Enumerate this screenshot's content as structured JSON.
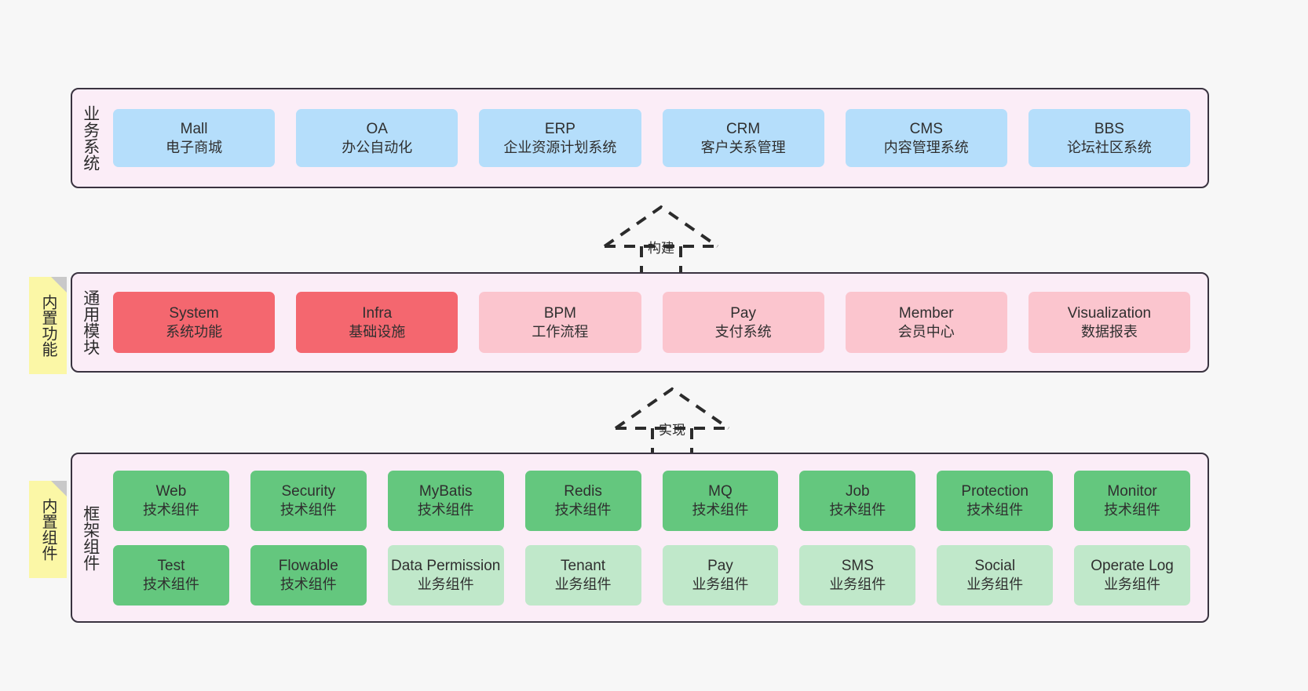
{
  "diagram": {
    "title_business": "业务系统",
    "title_common": "通用模块",
    "title_framework": "框架组件",
    "sticky_common": "内置功能",
    "sticky_framework": "内置组件",
    "arrow_build": "构建",
    "arrow_impl": "实现",
    "colors": {
      "panel_bg": "#fbedf7",
      "panel_border": "#3a3340",
      "blue": "#b5defb",
      "red": "#f4676f",
      "pink": "#fbc5ce",
      "green": "#64c77e",
      "green_light": "#c0e8ca",
      "sticky": "#fbf7a6",
      "canvas": "#f7f7f7"
    }
  },
  "business_systems": [
    {
      "name": "Mall",
      "desc": "电子商城",
      "color": "blue"
    },
    {
      "name": "OA",
      "desc": "办公自动化",
      "color": "blue"
    },
    {
      "name": "ERP",
      "desc": "企业资源计划系统",
      "color": "blue"
    },
    {
      "name": "CRM",
      "desc": "客户关系管理",
      "color": "blue"
    },
    {
      "name": "CMS",
      "desc": "内容管理系统",
      "color": "blue"
    },
    {
      "name": "BBS",
      "desc": "论坛社区系统",
      "color": "blue"
    }
  ],
  "common_modules": [
    {
      "name": "System",
      "desc": "系统功能",
      "color": "red"
    },
    {
      "name": "Infra",
      "desc": "基础设施",
      "color": "red"
    },
    {
      "name": "BPM",
      "desc": "工作流程",
      "color": "pink"
    },
    {
      "name": "Pay",
      "desc": "支付系统",
      "color": "pink"
    },
    {
      "name": "Member",
      "desc": "会员中心",
      "color": "pink"
    },
    {
      "name": "Visualization",
      "desc": "数据报表",
      "color": "pink"
    }
  ],
  "framework_row1": [
    {
      "name": "Web",
      "desc": "技术组件",
      "color": "green"
    },
    {
      "name": "Security",
      "desc": "技术组件",
      "color": "green"
    },
    {
      "name": "MyBatis",
      "desc": "技术组件",
      "color": "green"
    },
    {
      "name": "Redis",
      "desc": "技术组件",
      "color": "green"
    },
    {
      "name": "MQ",
      "desc": "技术组件",
      "color": "green"
    },
    {
      "name": "Job",
      "desc": "技术组件",
      "color": "green"
    },
    {
      "name": "Protection",
      "desc": "技术组件",
      "color": "green"
    },
    {
      "name": "Monitor",
      "desc": "技术组件",
      "color": "green"
    }
  ],
  "framework_row2": [
    {
      "name": "Test",
      "desc": "技术组件",
      "color": "green"
    },
    {
      "name": "Flowable",
      "desc": "技术组件",
      "color": "green"
    },
    {
      "name": "Data Permission",
      "desc": "业务组件",
      "color": "greenlight"
    },
    {
      "name": "Tenant",
      "desc": "业务组件",
      "color": "greenlight"
    },
    {
      "name": "Pay",
      "desc": "业务组件",
      "color": "greenlight"
    },
    {
      "name": "SMS",
      "desc": "业务组件",
      "color": "greenlight"
    },
    {
      "name": "Social",
      "desc": "业务组件",
      "color": "greenlight"
    },
    {
      "name": "Operate Log",
      "desc": "业务组件",
      "color": "greenlight"
    }
  ]
}
